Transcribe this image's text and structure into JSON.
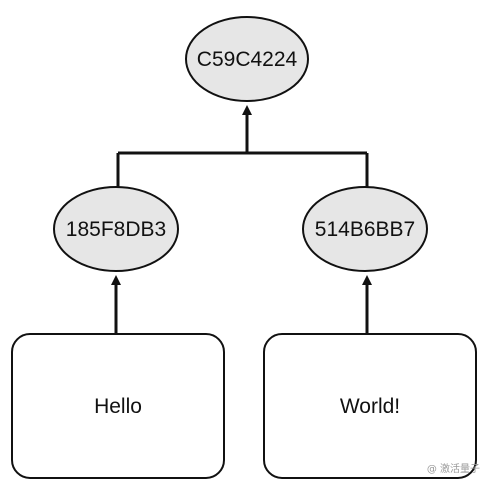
{
  "colors": {
    "node_fill": "#e6e6e6",
    "stroke": "#111111",
    "leaf_fill": "#ffffff",
    "watermark": "#9a9a9a"
  },
  "root": {
    "label": "C59C4224"
  },
  "hash_nodes": [
    {
      "label": "185F8DB3"
    },
    {
      "label": "514B6BB7"
    }
  ],
  "leaves": [
    {
      "label": "Hello"
    },
    {
      "label": "World!"
    }
  ],
  "watermark": {
    "text": "@ 激活量子"
  }
}
